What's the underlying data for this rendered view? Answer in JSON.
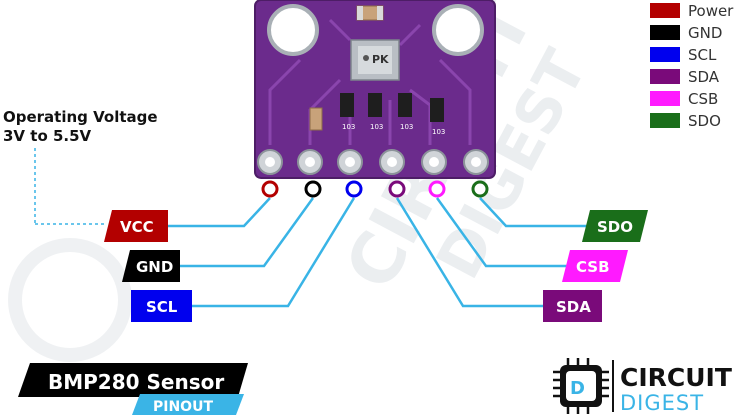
{
  "note": {
    "line1": "Operating Voltage",
    "line2": "3V to 5.5V"
  },
  "legend": [
    {
      "label": "Power",
      "color": "#b30000"
    },
    {
      "label": "GND",
      "color": "#000000"
    },
    {
      "label": "SCL",
      "color": "#0000ee"
    },
    {
      "label": "SDA",
      "color": "#7a0a7a"
    },
    {
      "label": "CSB",
      "color": "#ff1aff"
    },
    {
      "label": "SDO",
      "color": "#1a6e1a"
    }
  ],
  "pins": [
    {
      "label": "VCC",
      "color": "#b30000"
    },
    {
      "label": "GND",
      "color": "#000000"
    },
    {
      "label": "SCL",
      "color": "#0000ee"
    },
    {
      "label": "SDA",
      "color": "#7a0a7a"
    },
    {
      "label": "CSB",
      "color": "#ff1aff"
    },
    {
      "label": "SDO",
      "color": "#1a6e1a"
    }
  ],
  "board": {
    "chip_marking": "PK",
    "resistor_marking": "103"
  },
  "title": {
    "main": "BMP280 Sensor",
    "sub": "PINOUT"
  },
  "logo": {
    "line1": "CIRCUIT",
    "line2": "DIGEST"
  },
  "watermark": {
    "line1": "CIRCUIT",
    "line2": "DIGEST"
  },
  "colors": {
    "wire": "#39b4e6",
    "board": "#6b2b8c",
    "pinout_badge": "#3ab4e6"
  }
}
